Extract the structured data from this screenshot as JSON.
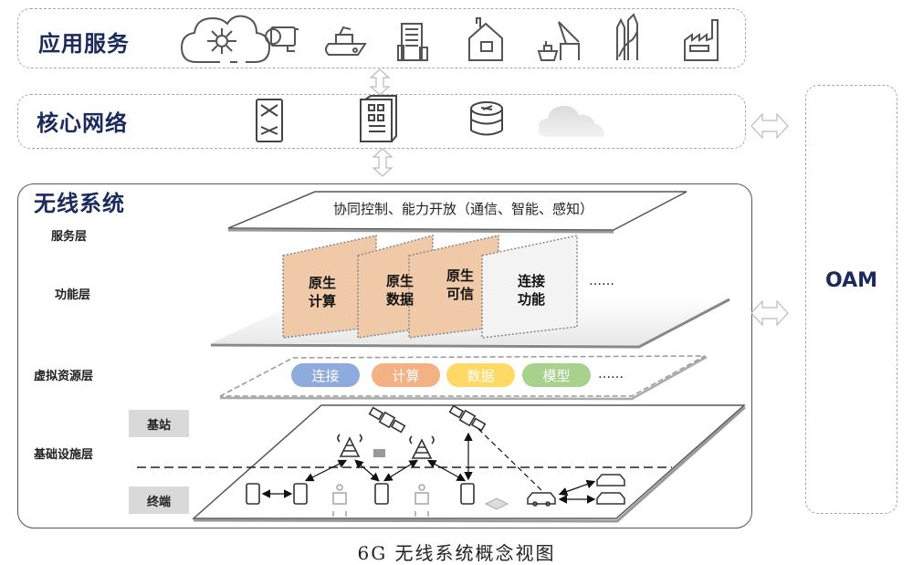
{
  "app_service": {
    "title": "应用服务",
    "icons": [
      "cloud-network-icon",
      "camera-icon",
      "ship-icon",
      "building-icon",
      "house-icon",
      "port-icon",
      "city-icon",
      "factory-icon"
    ]
  },
  "core_network": {
    "title": "核心网络",
    "icons": [
      "switch-icon",
      "server-rack-icon",
      "router-icon",
      "cloud-icon"
    ]
  },
  "wireless_system": {
    "title": "无线系统",
    "layers": {
      "service": "服务层",
      "function": "功能层",
      "virtual_resource": "虚拟资源层",
      "infrastructure": "基础设施层"
    },
    "service_plane_text": "协同控制、能力开放（通信、智能、感知）",
    "function_cards": [
      {
        "line1": "原生",
        "line2": "计算",
        "color": "#f0c9a8"
      },
      {
        "line1": "原生",
        "line2": "数据",
        "color": "#f0c9a8"
      },
      {
        "line1": "原生",
        "line2": "可信",
        "color": "#f0c9a8"
      },
      {
        "line1": "连接",
        "line2": "功能",
        "color": "#f3f3f3"
      }
    ],
    "function_ellipsis": "……",
    "resources": [
      {
        "label": "连接",
        "color": "#8faadc"
      },
      {
        "label": "计算",
        "color": "#f4b183"
      },
      {
        "label": "数据",
        "color": "#ffd966"
      },
      {
        "label": "模型",
        "color": "#a9d18e"
      }
    ],
    "resource_ellipsis": "……",
    "infra_tags": {
      "base_station": "基站",
      "terminal": "终端"
    }
  },
  "oam": {
    "label": "OAM"
  },
  "caption": "6G 无线系统概念视图",
  "colors": {
    "title": "#1b2a5c",
    "dash": "#a9a9a9"
  }
}
